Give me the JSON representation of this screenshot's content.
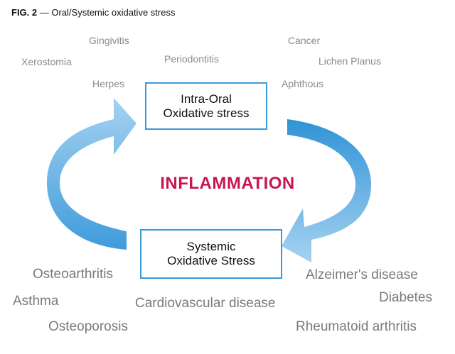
{
  "title": {
    "figure": "FIG. 2",
    "dash": " — ",
    "text": "Oral/Systemic oxidative stress"
  },
  "intra_box": {
    "line1": "Intra-Oral",
    "line2": "Oxidative stress"
  },
  "systemic_box": {
    "line1": "Systemic",
    "line2": "Oxidative Stress"
  },
  "center_label": "INFLAMMATION",
  "oral_conditions": {
    "gingivitis": "Gingivitis",
    "xerostomia": "Xerostomia",
    "periodontitis": "Periodontitis",
    "herpes": "Herpes",
    "cancer": "Cancer",
    "lichen_planus": "Lichen Planus",
    "aphthous": "Aphthous"
  },
  "systemic_conditions": {
    "osteoarthritis": "Osteoarthritis",
    "asthma": "Asthma",
    "osteoporosis": "Osteoporosis",
    "cardiovascular": "Cardiovascular disease",
    "alzheimers": "Alzeimer's disease",
    "diabetes": "Diabetes",
    "rheumatoid": "Rheumatoid arthritis"
  },
  "colors": {
    "arrow_light": "#a6d2f1",
    "arrow_dark": "#2f93d6",
    "box_border": "#3a9ad9",
    "inflammation": "#c8174f"
  }
}
